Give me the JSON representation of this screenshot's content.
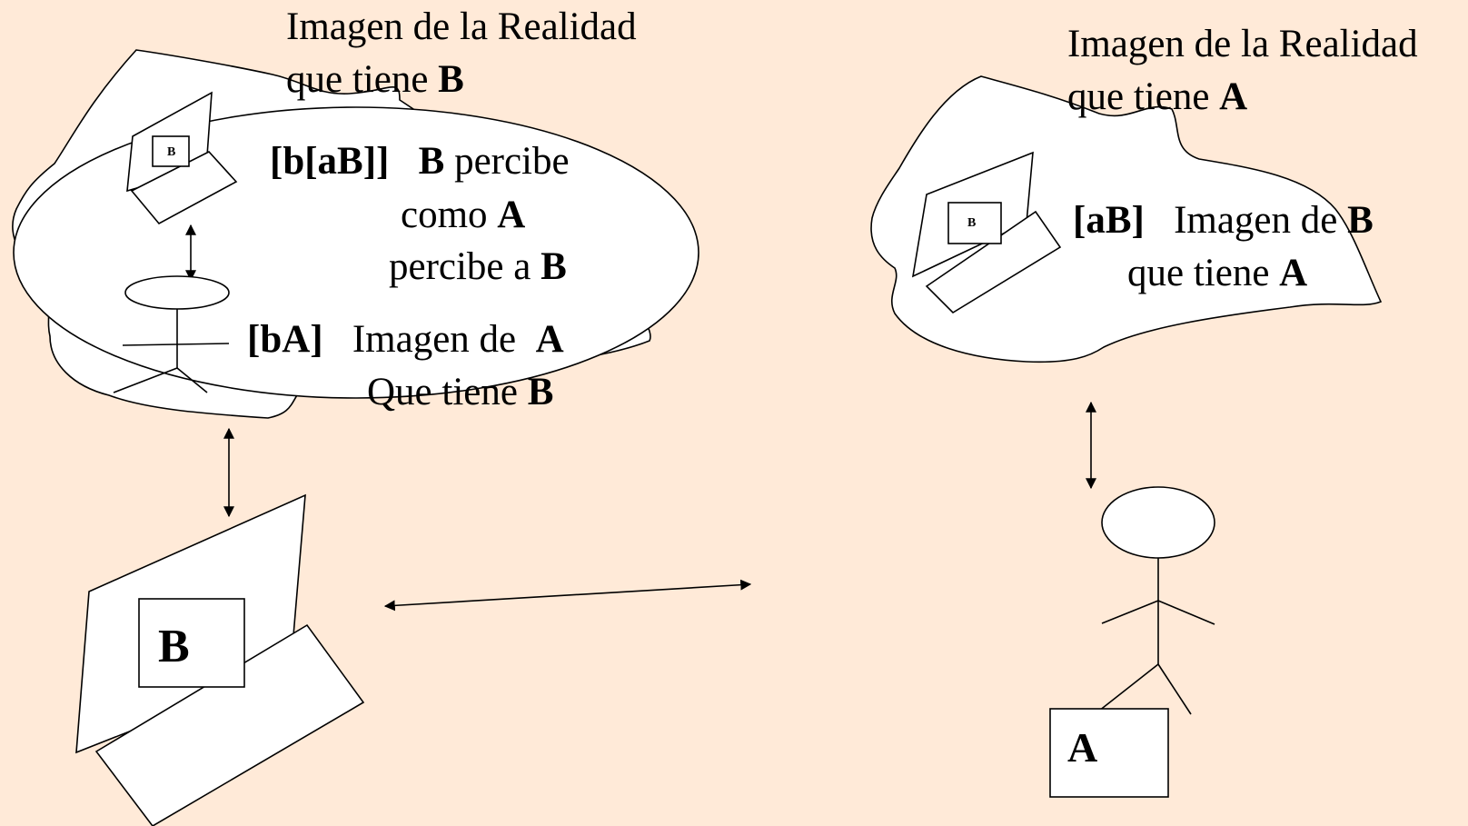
{
  "left_cloud": {
    "title_line1": "Imagen de la Realidad",
    "title_line2_text": "que tiene ",
    "title_line2_bold": "B",
    "ellipse": {
      "code": "[b[aB]]",
      "line1_bold": "B",
      "line1_text": " percibe",
      "line2_text": "como ",
      "line2_bold": "A",
      "line3_text": "percibe a ",
      "line3_bold": "B"
    },
    "mini_computer_letter": "B",
    "person_image": {
      "code": "[bA]",
      "text": "Imagen de ",
      "bold": "A",
      "line2_text": "Que tiene ",
      "line2_bold": "B"
    }
  },
  "right_cloud": {
    "title_line1": "Imagen de la Realidad",
    "title_line2_text": "que tiene ",
    "title_line2_bold": "A",
    "mini_computer_letter": "B",
    "image": {
      "code": "[aB]",
      "text": "Imagen de ",
      "bold": "B",
      "line2_text": "que tiene ",
      "line2_bold": "A"
    }
  },
  "computer_b": {
    "letter": "B"
  },
  "person_a": {
    "letter": "A"
  }
}
